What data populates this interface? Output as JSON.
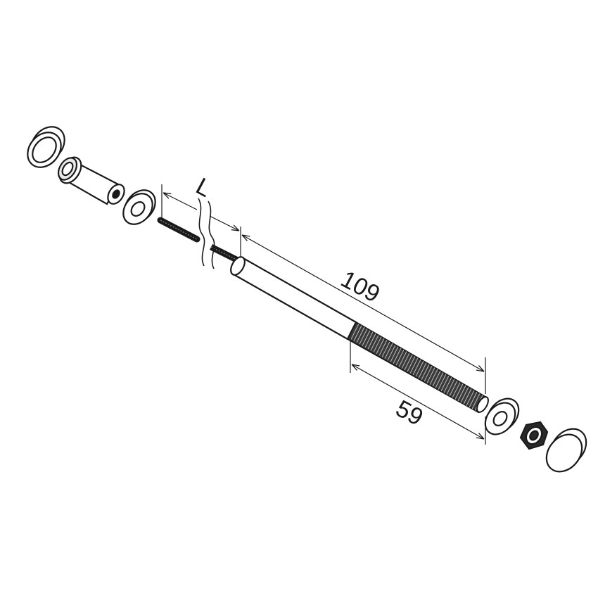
{
  "diagram": {
    "dimensions": {
      "cable_length_label": "L",
      "overall_length_label": "109",
      "thread_length_label": "59"
    },
    "colors": {
      "line": "#1a1a1a",
      "fill": "#ffffff",
      "shade": "#e9e9e9",
      "thread": "#3a3a3a"
    },
    "parts": [
      "end-ring",
      "flanged-sleeve",
      "washer-left",
      "wire-cable",
      "swaged-tube",
      "threaded-stud",
      "washer-right",
      "hex-nut",
      "dome-cap"
    ]
  }
}
